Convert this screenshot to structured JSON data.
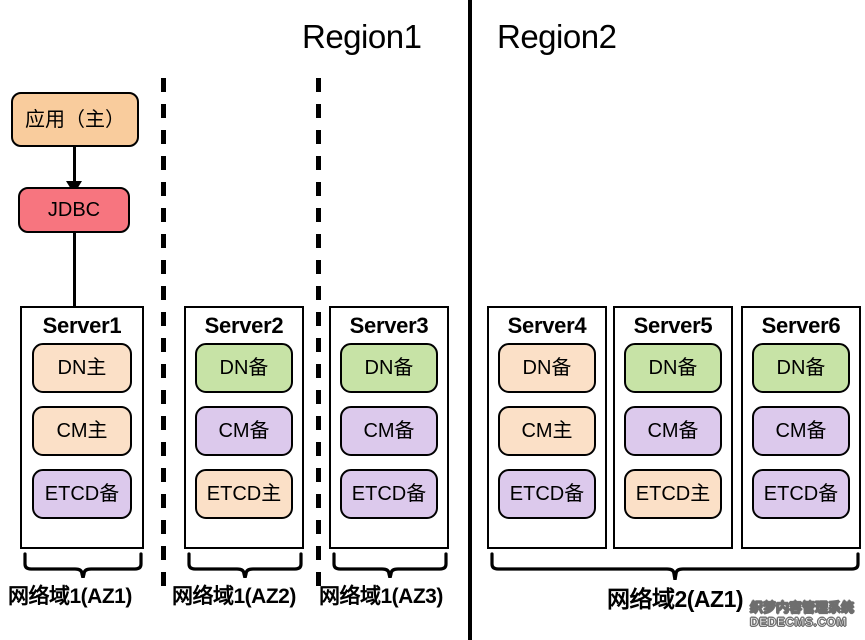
{
  "regions": [
    {
      "label": "Region1"
    },
    {
      "label": "Region2"
    }
  ],
  "client": {
    "app": {
      "label": "应用（主）",
      "color": "#F9CC9D"
    },
    "driver": {
      "label": "JDBC",
      "color": "#F7757F"
    }
  },
  "servers": [
    {
      "title": "Server1",
      "components": [
        {
          "label": "DN主",
          "color": "#FBE0C7"
        },
        {
          "label": "CM主",
          "color": "#FBE0C7"
        },
        {
          "label": "ETCD备",
          "color": "#DCC9EC"
        }
      ]
    },
    {
      "title": "Server2",
      "components": [
        {
          "label": "DN备",
          "color": "#C7E3A6"
        },
        {
          "label": "CM备",
          "color": "#DCC9EC"
        },
        {
          "label": "ETCD主",
          "color": "#FBE0C7"
        }
      ]
    },
    {
      "title": "Server3",
      "components": [
        {
          "label": "DN备",
          "color": "#C7E3A6"
        },
        {
          "label": "CM备",
          "color": "#DCC9EC"
        },
        {
          "label": "ETCD备",
          "color": "#DCC9EC"
        }
      ]
    },
    {
      "title": "Server4",
      "components": [
        {
          "label": "DN备",
          "color": "#FBE0C7"
        },
        {
          "label": "CM主",
          "color": "#FBE0C7"
        },
        {
          "label": "ETCD备",
          "color": "#DCC9EC"
        }
      ]
    },
    {
      "title": "Server5",
      "components": [
        {
          "label": "DN备",
          "color": "#C7E3A6"
        },
        {
          "label": "CM备",
          "color": "#DCC9EC"
        },
        {
          "label": "ETCD主",
          "color": "#FBE0C7"
        }
      ]
    },
    {
      "title": "Server6",
      "components": [
        {
          "label": "DN备",
          "color": "#C7E3A6"
        },
        {
          "label": "CM备",
          "color": "#DCC9EC"
        },
        {
          "label": "ETCD备",
          "color": "#DCC9EC"
        }
      ]
    }
  ],
  "domains": [
    {
      "label": "网络域1(AZ1)"
    },
    {
      "label": "网络域1(AZ2)"
    },
    {
      "label": "网络域1(AZ3)"
    },
    {
      "label": "网络域2(AZ1)"
    }
  ],
  "watermark": {
    "line1": "织梦内容管理系统",
    "line2": "DEDECMS.COM"
  }
}
